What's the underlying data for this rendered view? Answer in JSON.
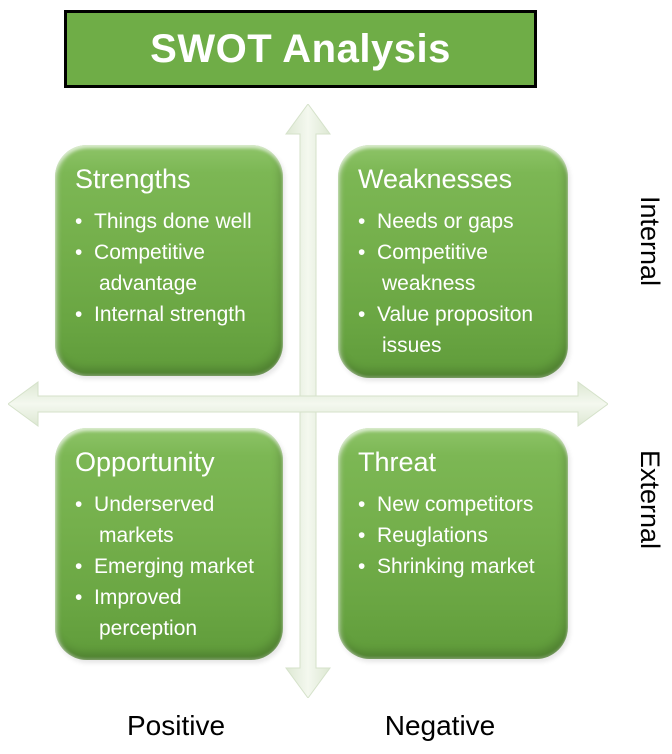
{
  "header": {
    "title": "SWOT Analysis"
  },
  "colors": {
    "banner_green": "#6fad47",
    "box_green_top": "#8ec468",
    "box_green_bottom": "#5f9b3a",
    "arrow_pale_green": "#e7eee1",
    "text_on_green": "#ffffff",
    "label_text": "#000000"
  },
  "quadrants": [
    {
      "id": "strengths",
      "title": "Strengths",
      "bullets": [
        "Things done well",
        "Competitive advantage",
        "Internal strength"
      ]
    },
    {
      "id": "weaknesses",
      "title": "Weaknesses",
      "bullets": [
        "Needs or gaps",
        "Competitive weakness",
        "Value propositon issues"
      ]
    },
    {
      "id": "opportunity",
      "title": "Opportunity",
      "bullets": [
        "Underserved markets",
        "Emerging market",
        "Improved perception"
      ]
    },
    {
      "id": "threat",
      "title": "Threat",
      "bullets": [
        "New competitors",
        "Reuglations",
        "Shrinking market"
      ]
    }
  ],
  "axis_labels": {
    "right_top": "Internal",
    "right_bottom": "External",
    "bottom_left": "Positive",
    "bottom_right": "Negative"
  },
  "icons": {
    "vertical_axis": "double-headed-arrow-vertical",
    "horizontal_axis": "double-headed-arrow-horizontal"
  }
}
